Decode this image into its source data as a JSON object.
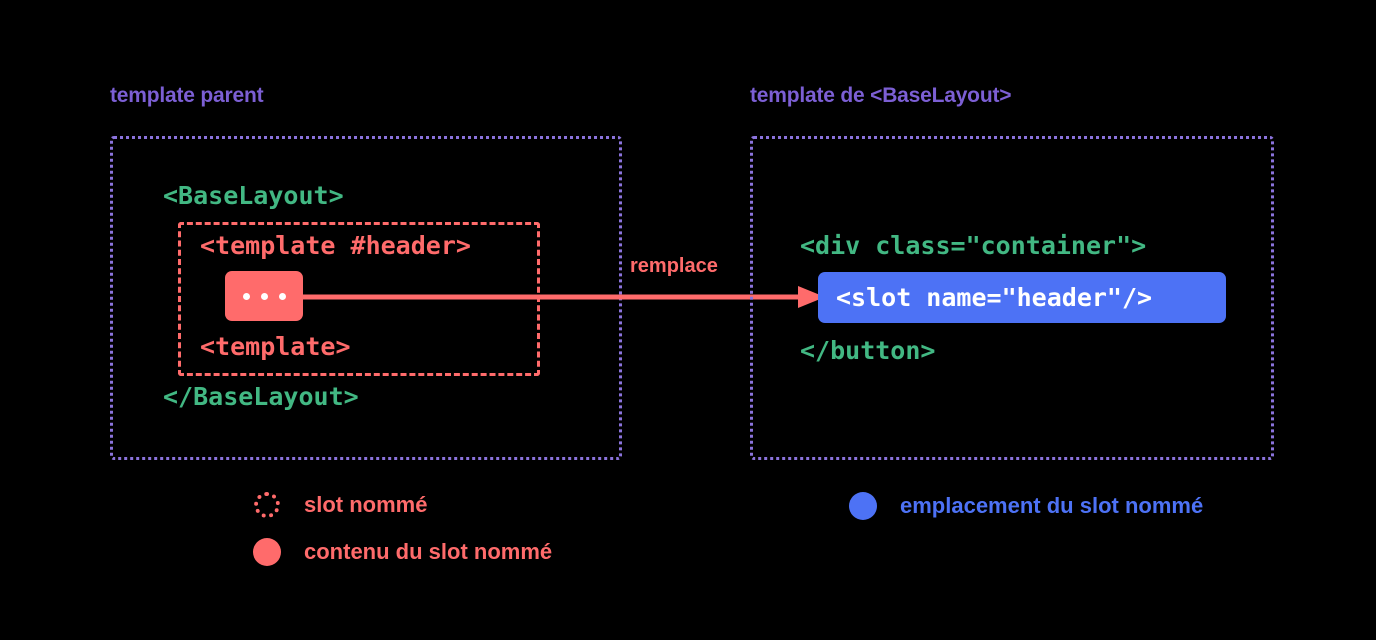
{
  "diagram": {
    "title_hidden": "",
    "background_color": "#000000",
    "colors": {
      "purple": "#7C5FD4",
      "purple_border": "#8B73DC",
      "green": "#42B883",
      "red": "#FF6B6B",
      "blue": "#4D72F5",
      "white": "#FFFFFF"
    }
  },
  "panels": {
    "left": {
      "caption": "template parent",
      "code_lines": {
        "component_open": "<BaseLayout>",
        "template_open": "<template #header>",
        "template_close": "<template>",
        "component_close": "</BaseLayout>"
      },
      "content_chip": {
        "label": "...",
        "dot_count": 3
      }
    },
    "right": {
      "caption": "template de <BaseLayout>",
      "code_lines": {
        "div_open": "<div class=\"container\">",
        "slot": "<slot name=\"header\"/>",
        "button_close": "</button>"
      }
    }
  },
  "arrow": {
    "label": "remplace",
    "color": "#FF6B6B",
    "direction": "left-to-right"
  },
  "legend": {
    "left": [
      {
        "swatch": "dotted-circle-red",
        "label": "slot nommé"
      },
      {
        "swatch": "filled-circle-red",
        "label": "contenu du slot nommé"
      }
    ],
    "right": [
      {
        "swatch": "filled-circle-blue",
        "label": "emplacement du slot nommé"
      }
    ]
  }
}
